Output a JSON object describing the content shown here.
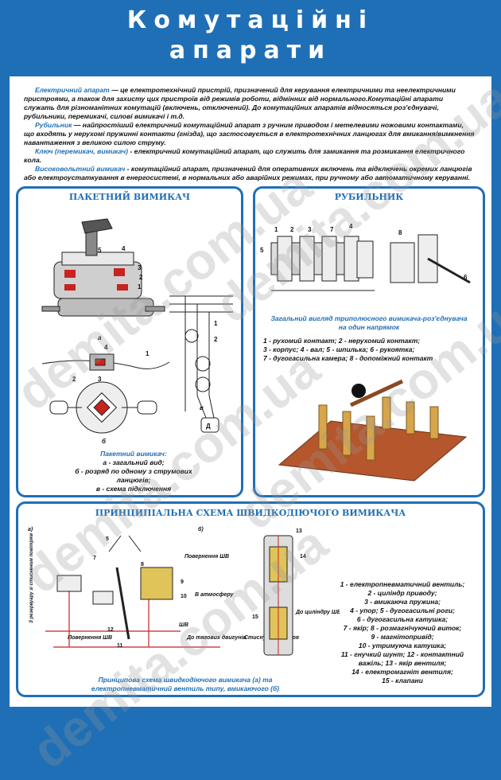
{
  "header": {
    "title_line1": "Комутаційні",
    "title_line2": "апарати"
  },
  "intro": {
    "p1_term": "Електричний апарат",
    "p1_text": " — це електротехнічний пристрій, призначений для керування електричними та неелектричними пристроями, а також для захисту цих пристроїв від режимів роботи, відмінних від нормального.Комутаційні апарати служать для різноманітних комутацій (включень, отключений). До комутаційних апаратів відносяться роз'єднувачі, рубильники, перемикачі, силові вимикачі і т.д.",
    "p2_term": "Рубильник",
    "p2_text": " — найпростіший електричний комутаційний апарат з ручним приводом і метелевими ножовими контактами, що входять у нерухомі пружинні контакти (гнізда), що застосовується в електротехнічних ланцюгах для вмикання/вимкнення навантаження з великою силою струму.",
    "p3_term": "Ключ (перемикач, вимикач)",
    "p3_text": " - електричний комутаційний апарат, що служить для замикання та розмикання електричного кола.",
    "p4_term": "Високовольтний вимикач",
    "p4_text": " - комутаційний апарат, призначений для оперативних включень та відключень окремих ланцюгів або електроустаткування в енергосистемі, в нормальних або аварійних режимах, при ручному або автоматичному керуванні."
  },
  "packet_switch": {
    "title": "ПАКЕТНИЙ ВИМИКАЧ",
    "caption_title": "Пакетний вимикач:",
    "caption_a": "а - загальний вид;",
    "caption_b": "б - розряд по одному з струмових ланцюгів;",
    "caption_c": "в - схема підключення",
    "label_a": "а",
    "label_b": "б",
    "label_v": "в",
    "label_d": "Д"
  },
  "knife_switch": {
    "title": "РУБИЛЬНИК",
    "caption": "Загальний вигляд триполюсного вимикача-роз'єднувача на один напрямок",
    "legend": [
      "1 - рухомий контакт; 2 - нерухомий контакт;",
      "3 - корпус; 4 - вал; 5 - шпилька; 6 - рукоятка;",
      "7 - дугогасильна камера; 8 - допоміжний контакт"
    ]
  },
  "breaker": {
    "title": "ПРИНЦИПІАЛЬНА СХЕМА ШВИДКОДІЮЧОГО ВИМИКАЧА",
    "label_a": "а)",
    "label_b": "б)",
    "from_reservoir": "З резервуару зі стисненим повітрям",
    "return_shv_top": "Повернення ШВ",
    "return_shv_bottom": "Повернення ШВ",
    "shv": "ШВ",
    "to_atmosphere": "В атмосферу",
    "to_cylinder": "До циліндру ШВ",
    "to_traction": "До тягових двигунів",
    "compressed_air": "Стиснуте повітря",
    "caption": "Принципова схема швидкодіючого вимикача (а) та електропневматичний вентиль типу, вмикаючого (б)",
    "legend": [
      "1 - електропневматичний вентиль;",
      "2 - циліндр приводу;",
      "3 - вмикаюча пружина;",
      "4 - упор; 5 - дугогасильні роги;",
      "6 - дугогасильна катушка;",
      "7 - якір; 8 - розмагнічуючий виток;",
      "9 - магнітопривід;",
      "10 - утримуюча катушка;",
      "11 - гнучкий шунт; 12 - контактний важіль; 13 - якір вентиля;",
      "14 - електромагніт вентиля;",
      "15 - клапани"
    ]
  },
  "watermark": "demita.com.ua",
  "colors": {
    "brand_blue": "#1f6fb6",
    "arc_red": "#c8231e",
    "copper": "#b5562c"
  }
}
